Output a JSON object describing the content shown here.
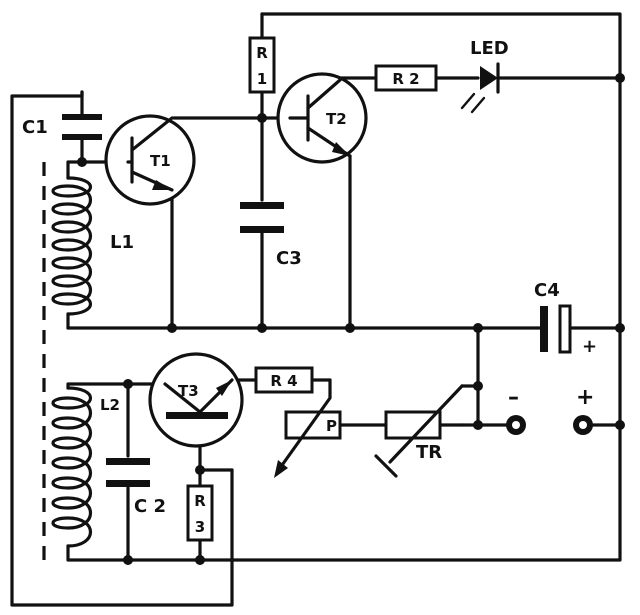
{
  "labels": {
    "c1": "C1",
    "t1": "T1",
    "l1": "L1",
    "c3": "C3",
    "r1_a": "R",
    "r1_b": "1",
    "t2": "T2",
    "r2": "R 2",
    "led": "LED",
    "c4": "C4",
    "c4_plus": "+",
    "t3": "T3",
    "r4": "R 4",
    "l2": "L2",
    "c2": "C 2",
    "r3": "R",
    "r3_b": "3",
    "p": "P",
    "tr": "TR",
    "minus": "–",
    "plus": "+"
  }
}
